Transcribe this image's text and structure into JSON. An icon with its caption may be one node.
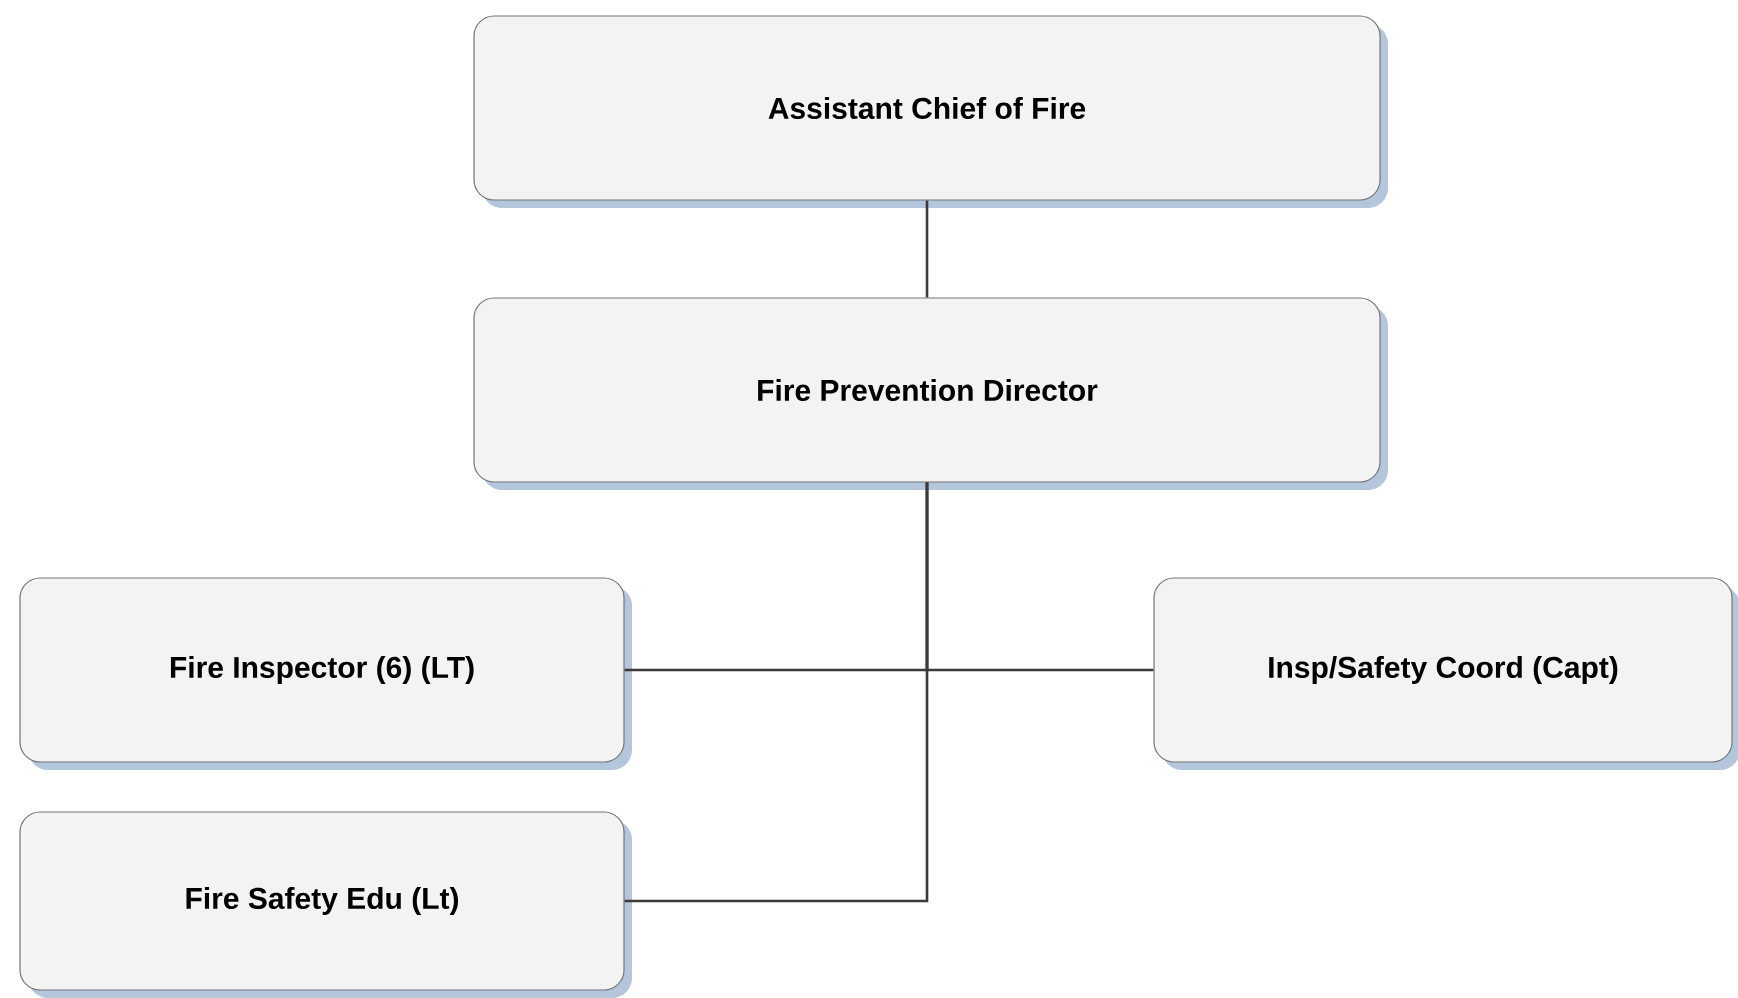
{
  "diagram": {
    "nodes": [
      {
        "text": [
          "Assistant Chief of Fire"
        ]
      },
      {
        "text": [
          "Fire Prevention Director"
        ]
      },
      {
        "text": [
          "Fire Inspector (6) (LT)"
        ]
      },
      {
        "text": [
          "Insp/Safety Coord (Capt)"
        ]
      },
      {
        "text": [
          "Fire Safety Edu (Lt)"
        ]
      }
    ],
    "edges": [
      {
        "from": 0,
        "to": 1,
        "arrow": "none"
      },
      {
        "from": 1,
        "to": 2,
        "arrow": "none"
      },
      {
        "from": 1,
        "to": 3,
        "arrow": "none"
      },
      {
        "from": 1,
        "to": 4,
        "arrow": "none"
      }
    ]
  }
}
